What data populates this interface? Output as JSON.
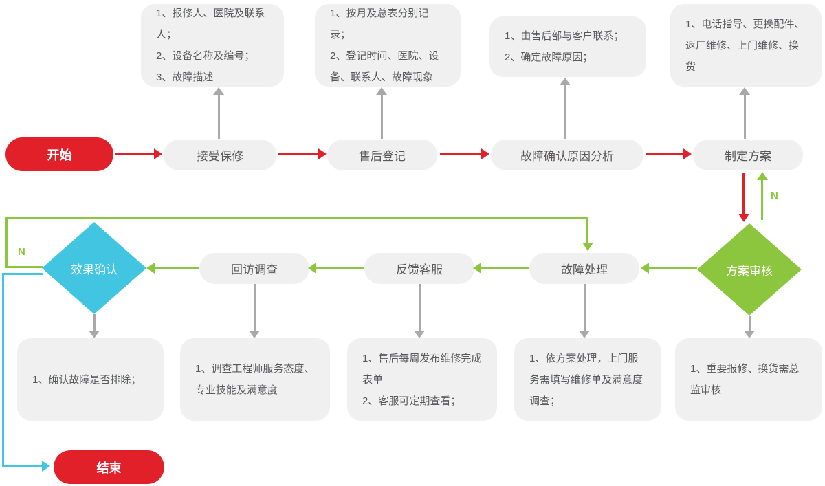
{
  "colors": {
    "red": "#e2202a",
    "green": "#8cc63f",
    "cyan": "#41c5e1",
    "box": "#f0f0f0",
    "line": "#a9a9a9",
    "text": "#58595b",
    "pilltext": "#595757"
  },
  "nodes": {
    "start": "开始",
    "accept": "接受保修",
    "register": "售后登记",
    "analysis": "故障确认原因分析",
    "plan": "制定方案",
    "review": "方案审核",
    "handle": "故障处理",
    "feedback": "反馈客服",
    "revisit": "回访调查",
    "effect": "效果确认",
    "end": "结束"
  },
  "labels": {
    "review_no": "N",
    "effect_no": "N"
  },
  "top_notes": [
    {
      "lines": [
        "1、报修人、医院及联系人；",
        "2、设备名称及编号；",
        "3、故障描述"
      ]
    },
    {
      "lines": [
        "1、按月及总表分别记录；",
        "2、登记时间、医院、设备、联系人、故障现象"
      ]
    },
    {
      "lines": [
        "1、由售后部与客户联系；",
        "2、确定故障原因；"
      ]
    },
    {
      "lines": [
        "1、电话指导、更换配件、返厂维修、上门维修、换货"
      ]
    }
  ],
  "bottom_notes": [
    {
      "lines": [
        "1、确认故障是否排除；"
      ]
    },
    {
      "lines": [
        "1、调查工程师服务态度、专业技能及满意度"
      ]
    },
    {
      "lines": [
        "1、售后每周发布维修完成表单",
        "2、客服可定期查看；"
      ]
    },
    {
      "lines": [
        "1、依方案处理，上门服务需填写维修单及满意度调查；"
      ]
    },
    {
      "lines": [
        "1、重要报修、换货需总监审核"
      ]
    }
  ]
}
